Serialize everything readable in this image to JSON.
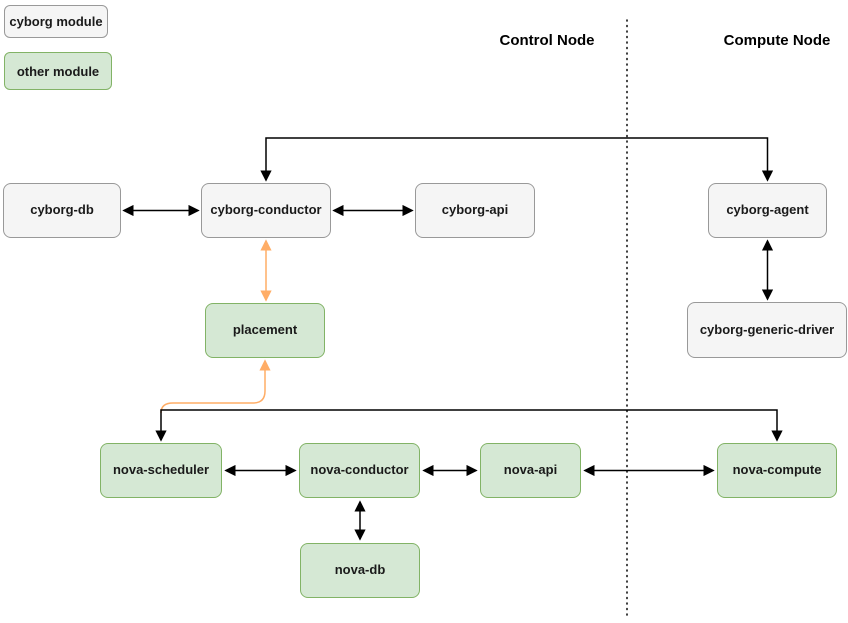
{
  "legend": {
    "cyborg": "cyborg module",
    "other": "other module"
  },
  "headers": {
    "control": "Control Node",
    "compute": "Compute Node"
  },
  "nodes": {
    "cyborg_db": "cyborg-db",
    "cyborg_conductor": "cyborg-conductor",
    "cyborg_api": "cyborg-api",
    "cyborg_agent": "cyborg-agent",
    "cyborg_generic_driver": "cyborg-generic-driver",
    "placement": "placement",
    "nova_scheduler": "nova-scheduler",
    "nova_conductor": "nova-conductor",
    "nova_api": "nova-api",
    "nova_compute": "nova-compute",
    "nova_db": "nova-db"
  },
  "colors": {
    "cyborg_fill": "#f5f5f5",
    "cyborg_border": "#999999",
    "other_fill": "#d5e8d4",
    "other_border": "#82b366",
    "arrow_black": "#000000",
    "arrow_orange": "#ffad66"
  }
}
